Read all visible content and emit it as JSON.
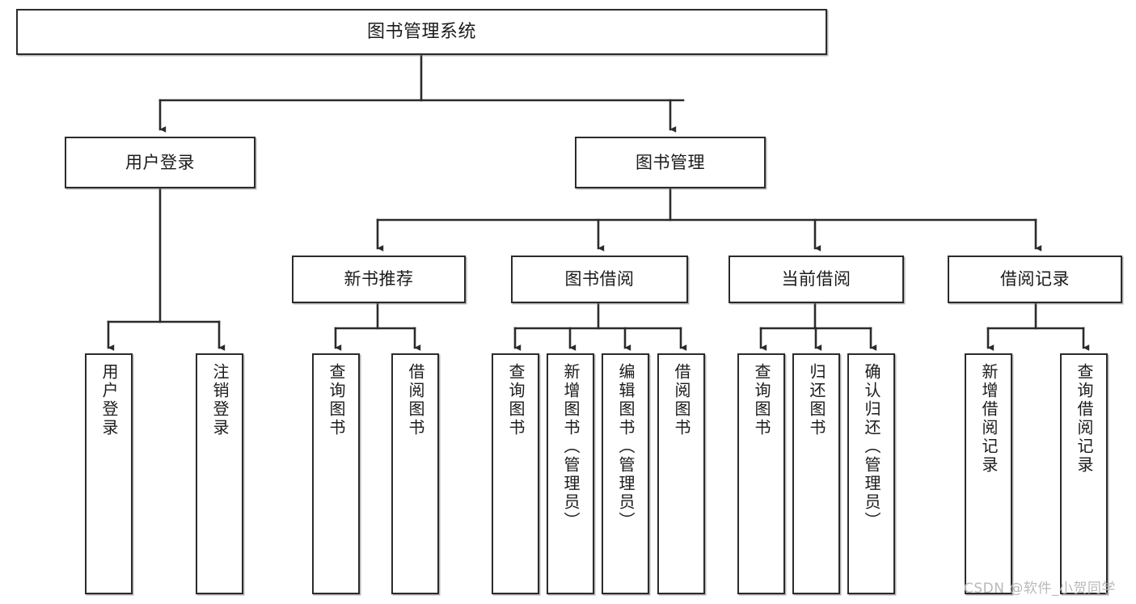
{
  "diagram": {
    "title": "图书管理系统",
    "type": "tree",
    "watermark": "CSDN @软件_小贺同学",
    "colors": {
      "stroke": "#2b2b2b",
      "fill": "#ffffff",
      "text": "#1b1b1b",
      "watermark": "#b9b9b9"
    },
    "nodes": {
      "root": {
        "label": "图书管理系统"
      },
      "level2": [
        {
          "label": "用户登录"
        },
        {
          "label": "图书管理"
        }
      ],
      "level3": [
        {
          "label": "新书推荐"
        },
        {
          "label": "图书借阅"
        },
        {
          "label": "当前借阅"
        },
        {
          "label": "借阅记录"
        }
      ],
      "leaves": {
        "user_login": [
          {
            "label": "用户登录"
          },
          {
            "label": "注销登录"
          }
        ],
        "new_book": [
          {
            "label": "查询图书"
          },
          {
            "label": "借阅图书"
          }
        ],
        "borrow_book": [
          {
            "label": "查询图书"
          },
          {
            "label": "新增图书（管理员）"
          },
          {
            "label": "编辑图书（管理员）"
          },
          {
            "label": "借阅图书"
          }
        ],
        "current_borrow": [
          {
            "label": "查询图书"
          },
          {
            "label": "归还图书"
          },
          {
            "label": "确认归还（管理员）"
          }
        ],
        "borrow_record": [
          {
            "label": "新增借阅记录"
          },
          {
            "label": "查询借阅记录"
          }
        ]
      }
    }
  }
}
